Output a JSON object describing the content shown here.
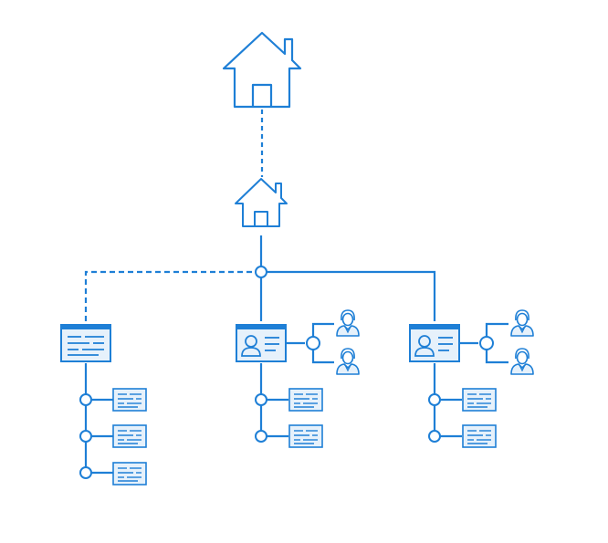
{
  "diagram": {
    "type": "hierarchy",
    "colors": {
      "stroke": "#1e7fd6",
      "doc_fill": "#e6f1fb",
      "background": "#ffffff"
    },
    "nodes": {
      "main_home": {
        "icon": "house-icon"
      },
      "sub_home": {
        "icon": "house-icon"
      },
      "hub": {
        "icon": "junction-dot"
      },
      "left_branch": {
        "icon": "document-icon",
        "children": [
          "document-icon",
          "document-icon",
          "document-icon"
        ]
      },
      "middle_branch": {
        "icon": "profile-card-icon",
        "children": [
          "document-icon",
          "document-icon"
        ],
        "people": [
          "person-icon",
          "person-icon"
        ]
      },
      "right_branch": {
        "icon": "profile-card-icon",
        "children": [
          "document-icon",
          "document-icon"
        ],
        "people": [
          "person-icon",
          "person-icon"
        ]
      }
    },
    "edges": [
      {
        "from": "main_home",
        "to": "sub_home",
        "style": "dashed"
      },
      {
        "from": "sub_home",
        "to": "hub",
        "style": "solid"
      },
      {
        "from": "hub",
        "to": "left_branch",
        "style": "dashed"
      },
      {
        "from": "hub",
        "to": "middle_branch",
        "style": "solid"
      },
      {
        "from": "hub",
        "to": "right_branch",
        "style": "solid"
      }
    ]
  }
}
